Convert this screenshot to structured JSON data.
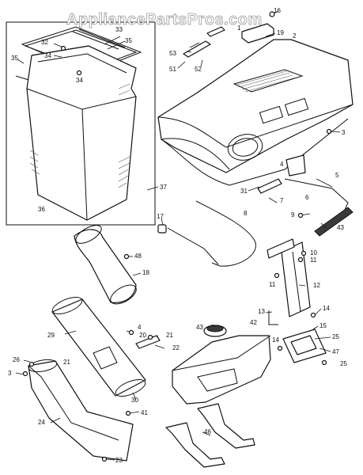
{
  "watermark": "AppliancePartsPros.com",
  "callouts": {
    "c16": "16",
    "c19": "19",
    "c2": "2",
    "c33": "33",
    "c32": "32",
    "c35a": "35",
    "c35b": "35",
    "c34a": "34",
    "c34b": "34",
    "c53": "53",
    "c51": "51",
    "c52": "52",
    "c1": "1",
    "c3a": "3",
    "c37": "37",
    "c36": "36",
    "c4a": "4",
    "c5": "5",
    "c31": "31",
    "c7": "7",
    "c6": "6",
    "c17": "17",
    "c8": "8",
    "c9": "9",
    "c43a": "43",
    "c10": "10",
    "c11a": "11",
    "c11b": "11",
    "c48": "48",
    "c18": "18",
    "c12": "12",
    "c13": "13",
    "c14a": "14",
    "c14b": "14",
    "c15": "15",
    "c43b": "43",
    "c42": "42",
    "c25a": "25",
    "c25b": "25",
    "c47": "47",
    "c29": "29",
    "c4b": "4",
    "c20": "20",
    "c21a": "21",
    "c21b": "21",
    "c22": "22",
    "c26": "26",
    "c3b": "3",
    "c30": "30",
    "c41": "41",
    "c24": "24",
    "c46": "46",
    "c23": "23"
  }
}
